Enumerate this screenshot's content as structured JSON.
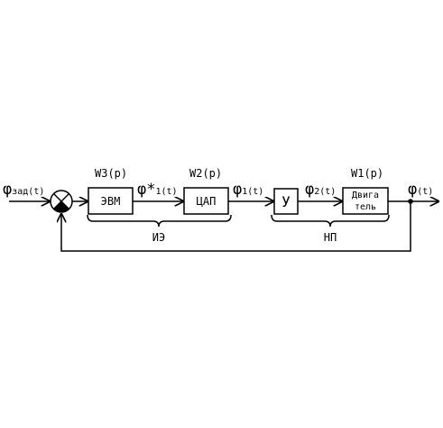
{
  "colors": {
    "line": "#000000",
    "background": "#ffffff"
  },
  "signals": {
    "input": {
      "symbol": "φ",
      "sub": "зад(t)"
    },
    "evm_out": {
      "symbol": "φ*",
      "sub": "1(t)"
    },
    "dac_out": {
      "symbol": "φ",
      "sub": "1(t)"
    },
    "amp_out": {
      "symbol": "φ",
      "sub": "2(t)"
    },
    "output": {
      "symbol": "φ",
      "sub": "(t)"
    }
  },
  "blocks": {
    "evm": {
      "label": "ЭВМ",
      "tf": "W3(p)"
    },
    "dac": {
      "label": "ЦАП",
      "tf": "W2(p)"
    },
    "amp": {
      "label": "У"
    },
    "motor": {
      "line1": "Двига",
      "line2": "тель",
      "tf": "W1(p)"
    }
  },
  "groups": {
    "ie": "ИЭ",
    "np": "НП"
  }
}
